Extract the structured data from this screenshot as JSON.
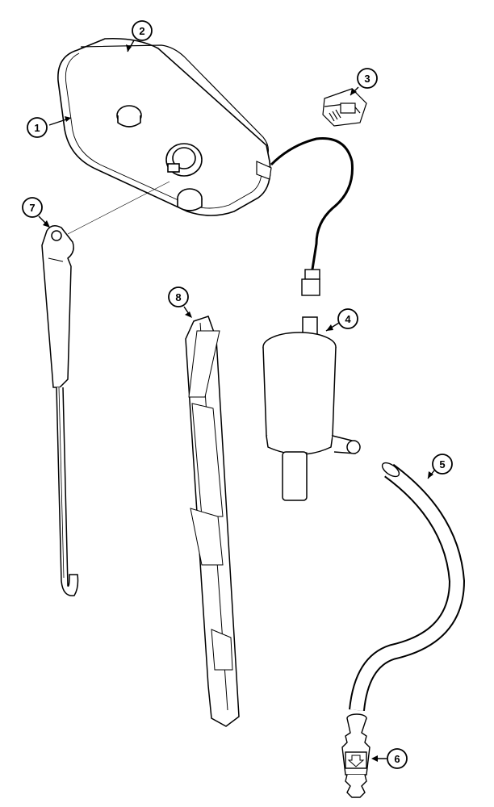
{
  "diagram": {
    "callouts": [
      {
        "id": "callout-1",
        "number": "1",
        "part": "reservoir-tank"
      },
      {
        "id": "callout-2",
        "number": "2",
        "part": "reservoir-tank-body"
      },
      {
        "id": "callout-3",
        "number": "3",
        "part": "switch-connector"
      },
      {
        "id": "callout-4",
        "number": "4",
        "part": "washer-pump"
      },
      {
        "id": "callout-5",
        "number": "5",
        "part": "hose"
      },
      {
        "id": "callout-6",
        "number": "6",
        "part": "check-valve"
      },
      {
        "id": "callout-7",
        "number": "7",
        "part": "wiper-arm"
      },
      {
        "id": "callout-8",
        "number": "8",
        "part": "wiper-blade"
      }
    ],
    "colors": {
      "line": "#000000",
      "background": "#ffffff",
      "fill": "#ffffff"
    }
  }
}
